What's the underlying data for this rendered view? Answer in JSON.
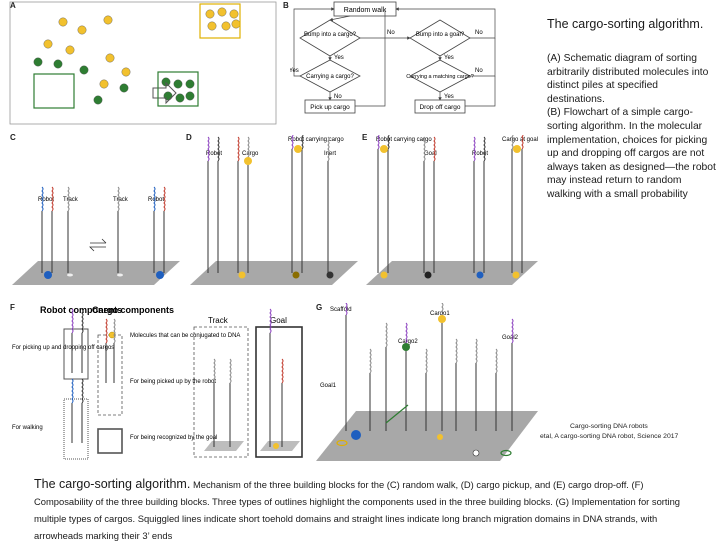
{
  "side_title": "The cargo-sorting algorithm.",
  "side_description": "(A) Schematic diagram of sorting arbitrarily distributed molecules into distinct piles at specified destinations.\n(B) Flowchart of a simple cargo-sorting algorithm. In the molecular implementation, choices for picking up and dropping off cargos are not always taken as designed—the robot may instead return to random walking with a small probability",
  "credit_line1": "Cargo-sorting DNA robots",
  "credit_line2": "etal, A cargo-sorting DNA robot, Science 2017",
  "caption_title": "The cargo-sorting algorithm.",
  "caption_body": "Mechanism of the three building blocks for the (C) random walk, (D) cargo pickup, and (E) cargo drop-off. (F) Composability of the three building blocks. Three types of outlines highlight the components used in the three building blocks. (G) Implementation for sorting multiple types of cargos. Squiggled lines indicate short toehold domains and straight lines indicate long branch migration domains in DNA strands, with arrowheads marking their 3’ ends",
  "panel_labels": [
    "A",
    "B",
    "C",
    "D",
    "E",
    "F",
    "G"
  ],
  "flowchart": {
    "random_walk": "Random walk",
    "bump_goal": "Bump into a goal?",
    "bump_cargo": "Bump into a cargo?",
    "carrying_cargo": "Carrying a cargo?",
    "carrying_matching": "Carrying a matching cargo?",
    "pick_up": "Pick up cargo",
    "drop_off": "Drop off cargo",
    "yes": "Yes",
    "no": "No"
  },
  "panel_c": {
    "robot": "Robot",
    "track": "Track"
  },
  "panel_d": {
    "robot": "Robot",
    "cargo": "Cargo",
    "robot_carrying": "Robot carrying cargo",
    "inert": "Inert"
  },
  "panel_e": {
    "robot_carrying": "Robot carrying cargo",
    "goal": "Goal",
    "robot": "Robot",
    "cargo_at_goal": "Cargo at goal"
  },
  "panel_f": {
    "robot_components": "Robot components",
    "cargo_components": "Cargo components",
    "track": "Track",
    "goal": "Goal",
    "molecules_note": "Molecules that can be conjugated to DNA",
    "for_picking": "For picking up and dropping off cargos",
    "for_picked_up": "For being picked up by the robot",
    "for_walking": "For walking",
    "for_recognized": "For being recognized by the goal"
  },
  "panel_g": {
    "scaffold": "Scaffold",
    "cargo1": "Cargo1",
    "cargo2": "Cargo2",
    "goal1": "Goal1",
    "goal2": "Goal2"
  },
  "colors": {
    "cargo_yellow": "#f2c12e",
    "cargo_green": "#2e7d32",
    "goal_outline_yellow": "#e0b000",
    "goal_outline_green": "#2e7d32",
    "walker_blue": "#1f5fbf",
    "toehold_purple": "#8a3fbf"
  }
}
